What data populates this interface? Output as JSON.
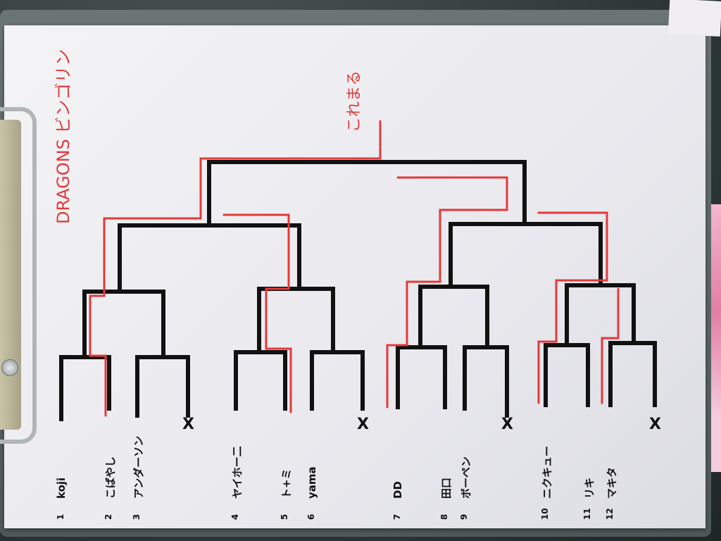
{
  "title": "DRAGONS ビンゴリン",
  "champion_note": "これまる",
  "players": [
    {
      "seed": "1",
      "name": "koji"
    },
    {
      "seed": "2",
      "name": "こばやし"
    },
    {
      "seed": "3",
      "name": "アンダーソン"
    },
    {
      "seed": "",
      "name": "X"
    },
    {
      "seed": "4",
      "name": "ヤイホー二"
    },
    {
      "seed": "5",
      "name": "ト+ミ"
    },
    {
      "seed": "6",
      "name": "yama"
    },
    {
      "seed": "",
      "name": "X"
    },
    {
      "seed": "7",
      "name": "DD"
    },
    {
      "seed": "8",
      "name": "田口"
    },
    {
      "seed": "9",
      "name": "ボーペン"
    },
    {
      "seed": "",
      "name": "X"
    },
    {
      "seed": "10",
      "name": "ニクキュー"
    },
    {
      "seed": "11",
      "name": "リキ"
    },
    {
      "seed": "12",
      "name": "マキタ"
    },
    {
      "seed": "",
      "name": "X"
    }
  ],
  "colors": {
    "ink": "#111111",
    "marker": "#e23a3a",
    "paper": "#f2f2f5"
  }
}
